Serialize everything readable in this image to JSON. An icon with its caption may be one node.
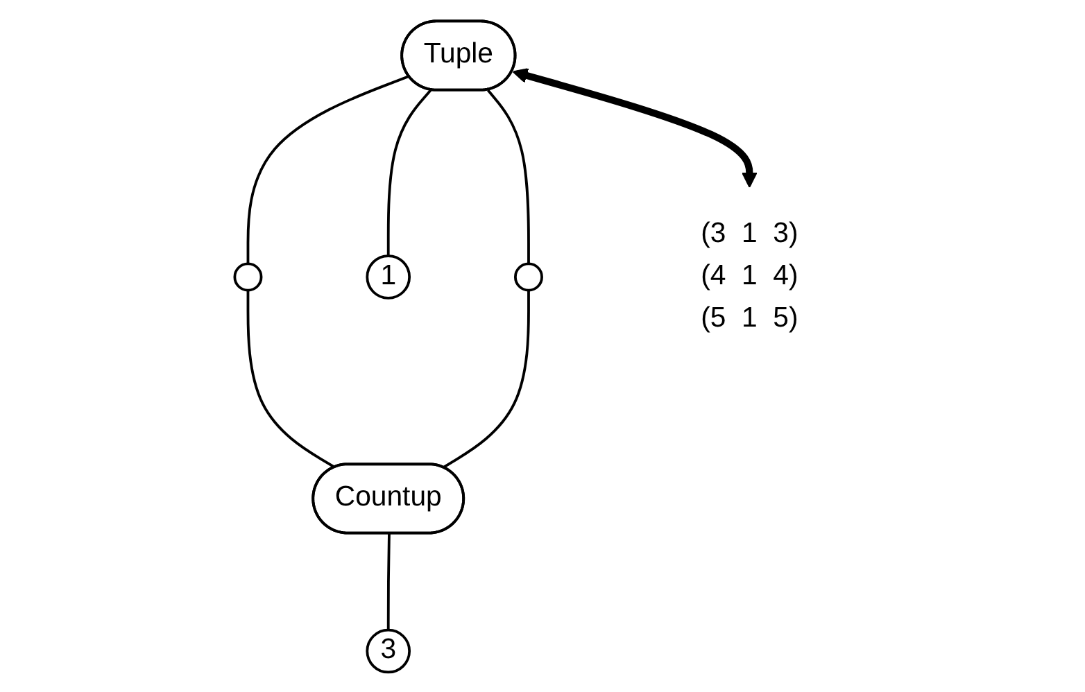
{
  "diagram": {
    "nodes": [
      {
        "text": [
          "Tuple"
        ]
      },
      {
        "text": [],
        "shape": "circle"
      },
      {
        "text": [
          "1"
        ]
      },
      {
        "text": [],
        "shape": "circle"
      },
      {
        "text": [
          "Countup"
        ]
      },
      {
        "text": [
          "3"
        ]
      },
      {
        "text": [
          "(3  1  3)",
          "(4  1  4)",
          "(5  1  5)"
        ]
      }
    ],
    "edges": [
      {
        "from": 0,
        "to": 1,
        "arrow": "none"
      },
      {
        "from": 0,
        "to": 2,
        "arrow": "none"
      },
      {
        "from": 0,
        "to": 3,
        "arrow": "none"
      },
      {
        "from": 1,
        "to": 4,
        "arrow": "none"
      },
      {
        "from": 3,
        "to": 4,
        "arrow": "none"
      },
      {
        "from": 4,
        "to": 5,
        "arrow": "none"
      },
      {
        "from": 0,
        "to": 6,
        "arrow": "both",
        "style": "thick"
      }
    ]
  }
}
